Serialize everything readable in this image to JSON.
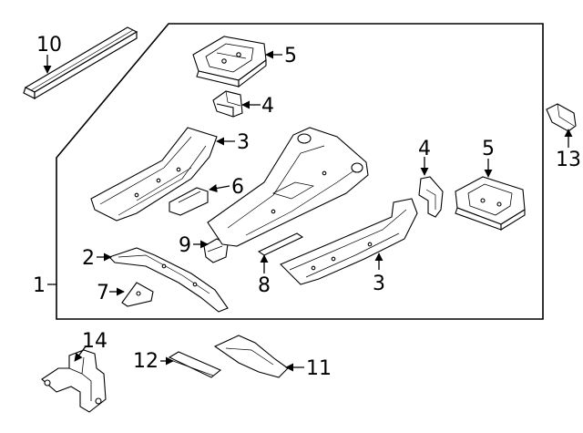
{
  "diagram": {
    "colors": {
      "line": "#000000",
      "fill": "#ffffff"
    },
    "callouts": [
      {
        "id": "c1",
        "label": "1"
      },
      {
        "id": "c2",
        "label": "2"
      },
      {
        "id": "c3a",
        "label": "3"
      },
      {
        "id": "c3b",
        "label": "3"
      },
      {
        "id": "c4a",
        "label": "4"
      },
      {
        "id": "c4b",
        "label": "4"
      },
      {
        "id": "c5a",
        "label": "5"
      },
      {
        "id": "c5b",
        "label": "5"
      },
      {
        "id": "c6",
        "label": "6"
      },
      {
        "id": "c7",
        "label": "7"
      },
      {
        "id": "c8",
        "label": "8"
      },
      {
        "id": "c9",
        "label": "9"
      },
      {
        "id": "c10",
        "label": "10"
      },
      {
        "id": "c11",
        "label": "11"
      },
      {
        "id": "c12",
        "label": "12"
      },
      {
        "id": "c13",
        "label": "13"
      },
      {
        "id": "c14",
        "label": "14"
      }
    ]
  }
}
